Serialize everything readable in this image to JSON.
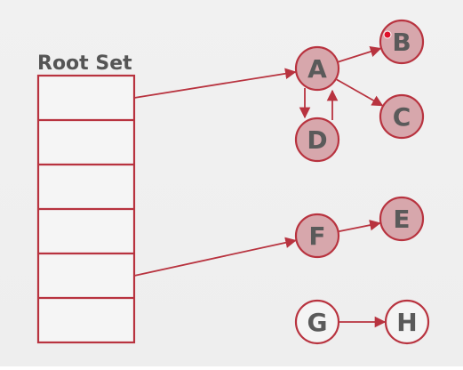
{
  "diagram": {
    "root_set": {
      "title": "Root Set",
      "slot_count": 6
    },
    "colors": {
      "stroke": "#b8333f",
      "reachable_fill": "#d7a7ac",
      "unreachable_fill": "#f4f4f4",
      "text": "#5a5a5a",
      "title": "#555555",
      "pointer_dot": "#e0112a"
    },
    "nodes": [
      {
        "id": "A",
        "label": "A",
        "reachable": true
      },
      {
        "id": "B",
        "label": "B",
        "reachable": true
      },
      {
        "id": "C",
        "label": "C",
        "reachable": true
      },
      {
        "id": "D",
        "label": "D",
        "reachable": true
      },
      {
        "id": "E",
        "label": "E",
        "reachable": true
      },
      {
        "id": "F",
        "label": "F",
        "reachable": true
      },
      {
        "id": "G",
        "label": "G",
        "reachable": false
      },
      {
        "id": "H",
        "label": "H",
        "reachable": false
      }
    ],
    "edges": [
      {
        "from": "root-slot-1",
        "to": "A"
      },
      {
        "from": "A",
        "to": "B"
      },
      {
        "from": "A",
        "to": "C"
      },
      {
        "from": "A",
        "to": "D"
      },
      {
        "from": "D",
        "to": "A"
      },
      {
        "from": "root-slot-5",
        "to": "F"
      },
      {
        "from": "F",
        "to": "E"
      },
      {
        "from": "G",
        "to": "H"
      }
    ]
  }
}
